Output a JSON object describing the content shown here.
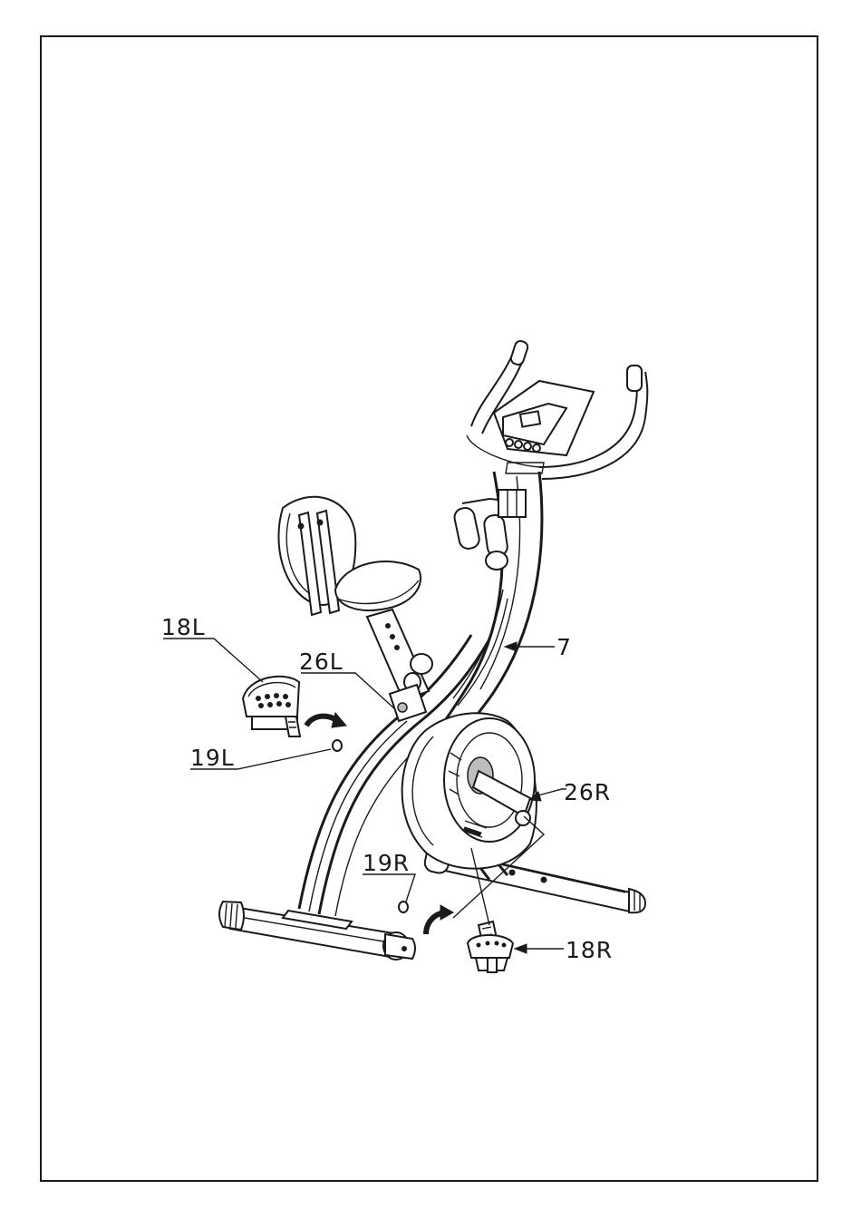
{
  "diagram": {
    "labels": {
      "part_7": "7",
      "part_18L": "18L",
      "part_26L": "26L",
      "part_19L": "19L",
      "part_26R": "26R",
      "part_19R": "19R",
      "part_18R": "18R"
    }
  },
  "colors": {
    "line": "#1a1a1a",
    "paper": "#ffffff",
    "shade": "#bdbdbd"
  },
  "icons": [
    "rotation-arrow-icon"
  ]
}
